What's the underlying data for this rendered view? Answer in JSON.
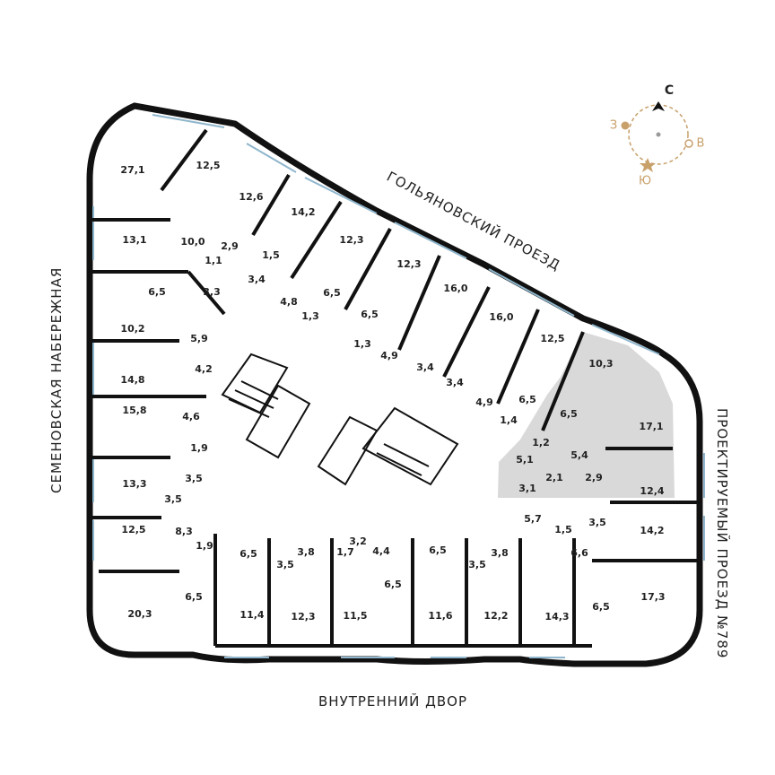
{
  "streets": {
    "north": "ГОЛЬЯНОВСКИЙ ПРОЕЗД",
    "west": "СЕМЕНОВСКАЯ НАБЕРЕЖНАЯ",
    "east": "ПРОЕКТИРУЕМЫЙ ПРОЕЗД №789",
    "south": "ВНУТРЕННИЙ ДВОР"
  },
  "compass": {
    "north": "С",
    "west": "З",
    "east": "В",
    "south": "Ю",
    "accent_color": "#c8a06a"
  },
  "highlight_color": "#d9d9d9",
  "rooms": [
    "27,1",
    "12,5",
    "12,6",
    "14,2",
    "12,3",
    "12,3",
    "16,0",
    "16,0",
    "12,5",
    "10,3",
    "13,1",
    "10,0",
    "2,9",
    "1,1",
    "1,5",
    "3,4",
    "4,8",
    "6,5",
    "6,5",
    "1,3",
    "1,3",
    "6,5",
    "3,3",
    "10,2",
    "5,9",
    "14,8",
    "4,2",
    "4,9",
    "3,4",
    "3,4",
    "4,9",
    "6,5",
    "1,4",
    "6,5",
    "1,2",
    "15,8",
    "4,6",
    "1,9",
    "17,1",
    "5,1",
    "5,4",
    "3,5",
    "13,3",
    "3,5",
    "2,1",
    "2,9",
    "3,1",
    "12,4",
    "12,5",
    "8,3",
    "5,7",
    "1,5",
    "3,5",
    "14,2",
    "1,9",
    "6,5",
    "3,8",
    "3,2",
    "4,4",
    "6,5",
    "3,8",
    "6,6",
    "3,5",
    "1,7",
    "3,5",
    "6,5",
    "6,5",
    "20,3",
    "11,4",
    "12,3",
    "11,5",
    "11,6",
    "12,2",
    "14,3",
    "17,3",
    "6,5"
  ]
}
